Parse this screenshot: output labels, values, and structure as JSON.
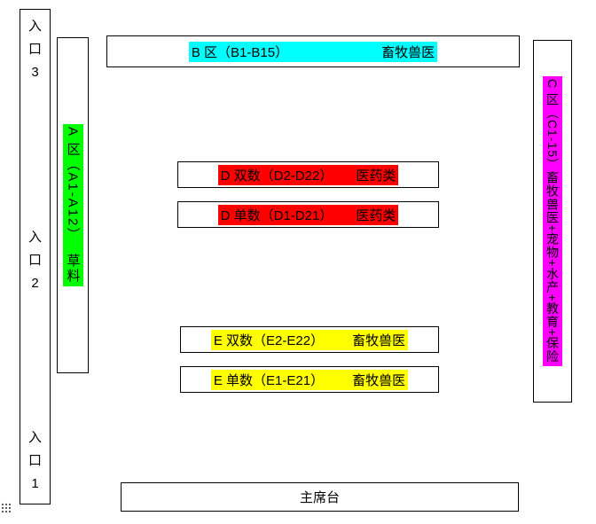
{
  "colors": {
    "background": "#ffffff",
    "border": "#000000",
    "zone_a_highlight": "#00ff00",
    "zone_b_highlight": "#00ffff",
    "zone_c_highlight": "#ff00ff",
    "zone_d_highlight": "#ff0000",
    "zone_e_highlight": "#ffff00"
  },
  "entrances": [
    {
      "label": "入\n口\n3"
    },
    {
      "label": "入\n口\n2"
    },
    {
      "label": "入\n口\n1"
    }
  ],
  "zone_a": {
    "label": "A 区（A1-A12）  草料"
  },
  "zone_b": {
    "name": "B 区（B1-B15）",
    "category": "畜牧兽医"
  },
  "zone_c": {
    "label": "C 区（C1-15）畜牧兽医+宠物+水产+教育+保险"
  },
  "zone_d_even": {
    "name": "D 双数（D2-D22）",
    "category": "医药类"
  },
  "zone_d_odd": {
    "name": "D 单数（D1-D21）",
    "category": "医药类"
  },
  "zone_e_even": {
    "name": "E 双数（E2-E22）",
    "category": "畜牧兽医"
  },
  "zone_e_odd": {
    "name": "E 单数（E1-E21）",
    "category": "畜牧兽医"
  },
  "stage": {
    "label": "主席台"
  }
}
